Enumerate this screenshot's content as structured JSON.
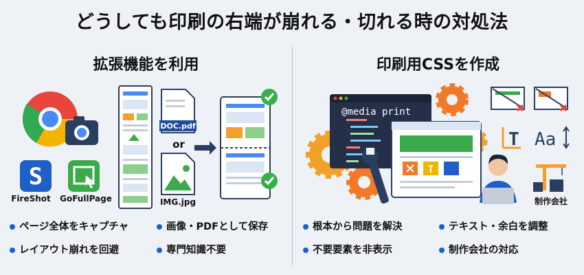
{
  "title": "どうしても印刷の右端が崩れる・切れる時の対処法",
  "left": {
    "heading": "拡張機能を利用",
    "apps": [
      "FireShot",
      "GoFullPage"
    ],
    "file_pdf": "DOC.pdf",
    "file_img": "IMG.jpg",
    "or_text": "or",
    "bullets": [
      "ページ全体をキャプチャ",
      "画像・PDFとして保存",
      "レイアウト崩れを回避",
      "専門知識不要"
    ]
  },
  "right": {
    "heading": "印刷用CSSを作成",
    "code_text": "@media print",
    "company_label": "制作会社",
    "bullets": [
      "根本から問題を解決",
      "テキスト・余白を調整",
      "不要要素を非表示",
      "制作会社の対応"
    ]
  },
  "colors": {
    "accent": "#1e5fc8",
    "check": "#35b04a",
    "gear": "#f07a28",
    "code_bg": "#233047"
  }
}
